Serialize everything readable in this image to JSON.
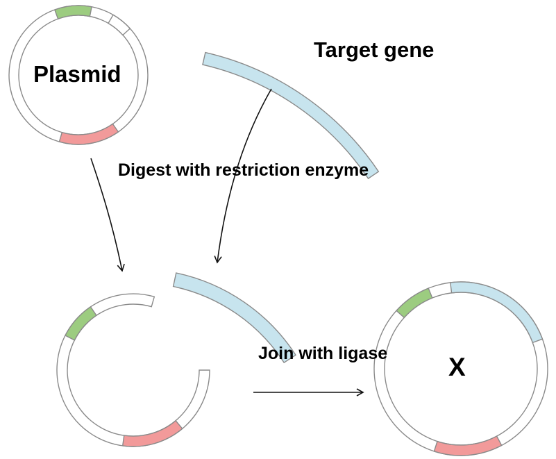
{
  "labels": {
    "plasmid": "Plasmid",
    "target_gene": "Target gene",
    "digest_step": "Digest with restriction enzyme",
    "join_step": "Join with ligase",
    "product": "X"
  },
  "colors": {
    "outline": "#8a8a8a",
    "ring_fill": "#ffffff",
    "green_segment": "#9ccc80",
    "red_segment": "#f29a9a",
    "target_gene": "#c7e4ee",
    "arrow": "#111111"
  }
}
